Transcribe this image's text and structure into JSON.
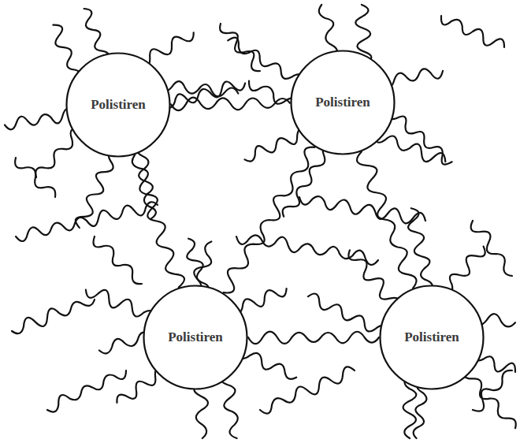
{
  "diagram": {
    "nodes": [
      {
        "text": [
          "Polistiren"
        ]
      },
      {
        "text": [
          "Polistiren"
        ]
      },
      {
        "text": [
          "Polistiren"
        ]
      },
      {
        "text": [
          "Polistiren"
        ]
      }
    ],
    "edges": [
      {
        "from": 0,
        "to": 1,
        "arrow": "none"
      },
      {
        "from": 0,
        "to": 2,
        "arrow": "none"
      },
      {
        "from": 1,
        "to": 3,
        "arrow": "none"
      },
      {
        "from": 2,
        "to": 3,
        "arrow": "none"
      },
      {
        "from": 1,
        "to": 2,
        "arrow": "none"
      }
    ]
  }
}
